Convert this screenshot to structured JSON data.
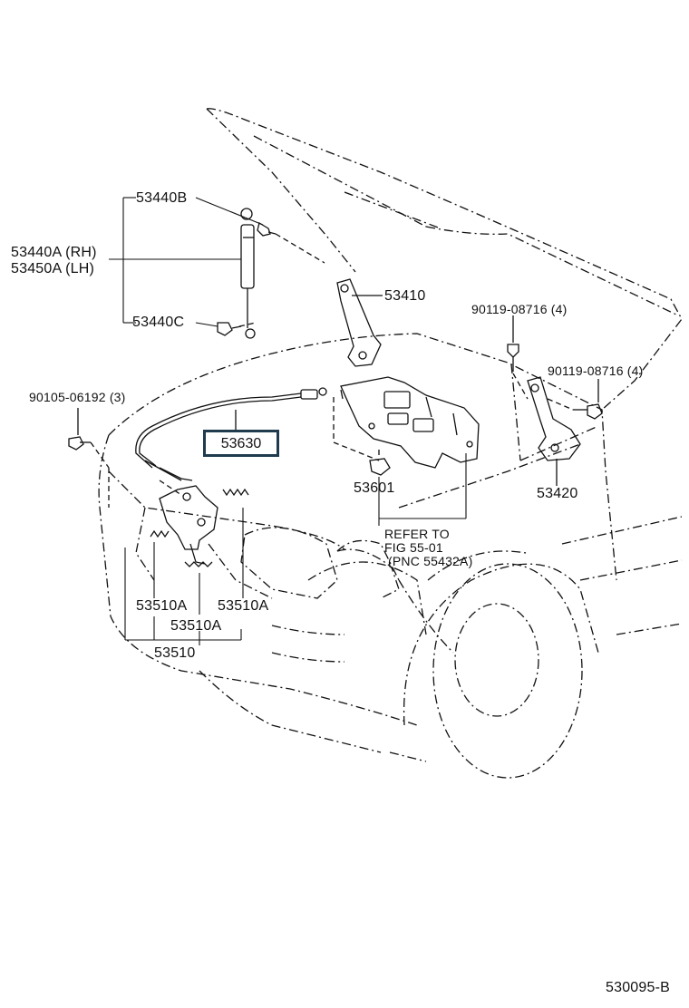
{
  "labels": {
    "p53440b": "53440B",
    "p53440a": "53440A (RH)",
    "p53450a": "53450A (LH)",
    "p53440c": "53440C",
    "p53410": "53410",
    "p90119_a": "90119-08716 (4)",
    "p90119_b": "90119-08716 (4)",
    "p90105": "90105-06192 (3)",
    "p53630": "53630",
    "p53601": "53601",
    "p53420": "53420",
    "refer_1": "REFER TO",
    "refer_2": "FIG 55-01",
    "refer_3": "(PNC 55432A)",
    "p53510a_1": "53510A",
    "p53510a_2": "53510A",
    "p53510a_3": "53510A",
    "p53510": "53510",
    "fig_id": "530095-B"
  },
  "highlight": {
    "part": "53630",
    "color": "#1f3b4d"
  }
}
